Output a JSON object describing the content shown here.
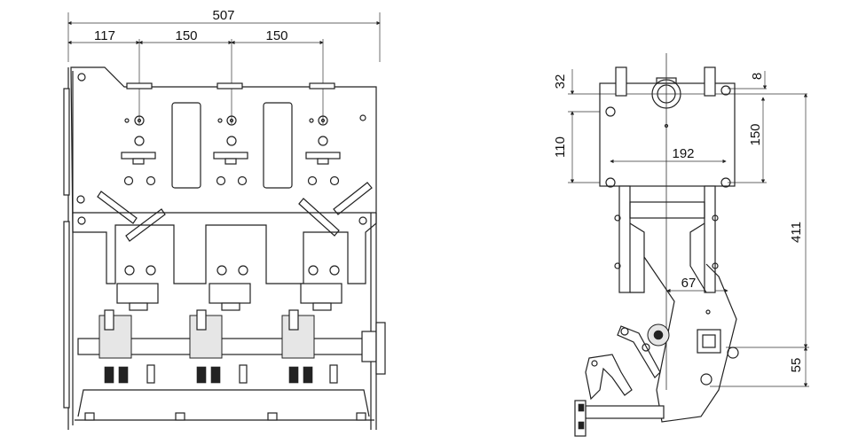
{
  "front_view": {
    "dimensions": {
      "overall_width": "507",
      "left_offset": "117",
      "pitch_1": "150",
      "pitch_2": "150"
    }
  },
  "side_view": {
    "dimensions": {
      "top_offset": "32",
      "top_small": "8",
      "bracket_height_left": "110",
      "bracket_height_right": "150",
      "bracket_width": "192",
      "overall_height": "411",
      "bottom_offset": "55",
      "lever_offset": "67"
    }
  }
}
